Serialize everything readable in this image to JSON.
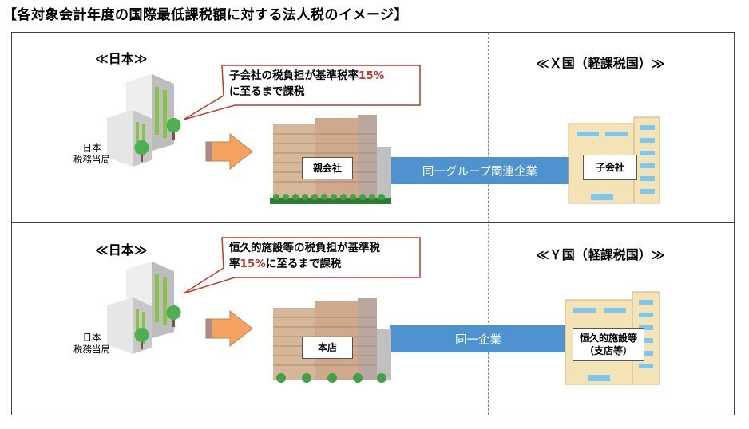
{
  "title": "【各対象会計年度の国際最低課税額に対する法人税のイメージ】",
  "sections": [
    {
      "left_label": "≪日本≫",
      "right_label": "≪Ｘ国（軽課税国）≫",
      "authority": [
        "日本",
        "税務当局"
      ],
      "callout_line1_pre": "子会社の税負担が基準税率",
      "callout_line1_rate": "15%",
      "callout_line2": "に至るまで課税",
      "parent_label": "親会社",
      "band_label": "同一グループ関連企業",
      "sub_label": "子会社"
    },
    {
      "left_label": "≪日本≫",
      "right_label": "≪Ｙ国（軽課税国）≫",
      "authority": [
        "日本",
        "税務当局"
      ],
      "callout_line1": "恒久的施設等の税負担が基準税",
      "callout_line2_pre": "率",
      "callout_line2_rate": "15%",
      "callout_line2_post": "に至るまで課税",
      "parent_label": "本店",
      "band_label": "同一企業",
      "sub_label_1": "恒久的施設等",
      "sub_label_2": "（支店等）"
    }
  ],
  "colors": {
    "band": "#4f92d0",
    "arrow": "#f4a460",
    "callout_border": "#c0392b",
    "rate_text": "#c0392b",
    "tree": "#4caf50"
  },
  "icons": [
    "tax-office-building-icon",
    "headquarters-buildings-icon",
    "foreign-office-building-icon",
    "arrow-right-icon"
  ]
}
